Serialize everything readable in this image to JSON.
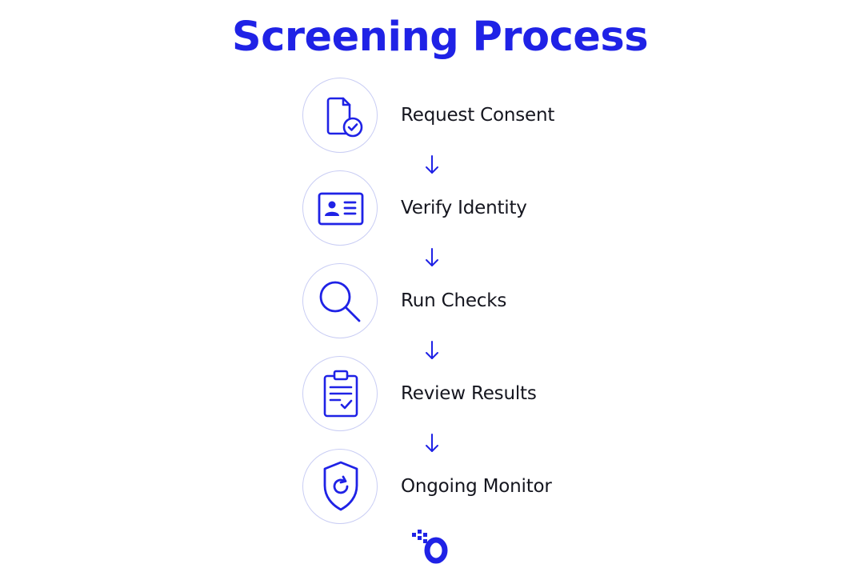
{
  "title": "Screening Process",
  "accent_color": "#1f22e6",
  "steps": [
    {
      "label": "Request Consent",
      "icon": "document-check-icon"
    },
    {
      "label": "Verify Identity",
      "icon": "id-card-icon"
    },
    {
      "label": "Run Checks",
      "icon": "magnifier-icon"
    },
    {
      "label": "Review Results",
      "icon": "clipboard-check-icon"
    },
    {
      "label": "Ongoing Monitor",
      "icon": "shield-refresh-icon"
    }
  ],
  "connector_icon": "arrow-down-icon",
  "logo_icon": "brand-logo-icon"
}
